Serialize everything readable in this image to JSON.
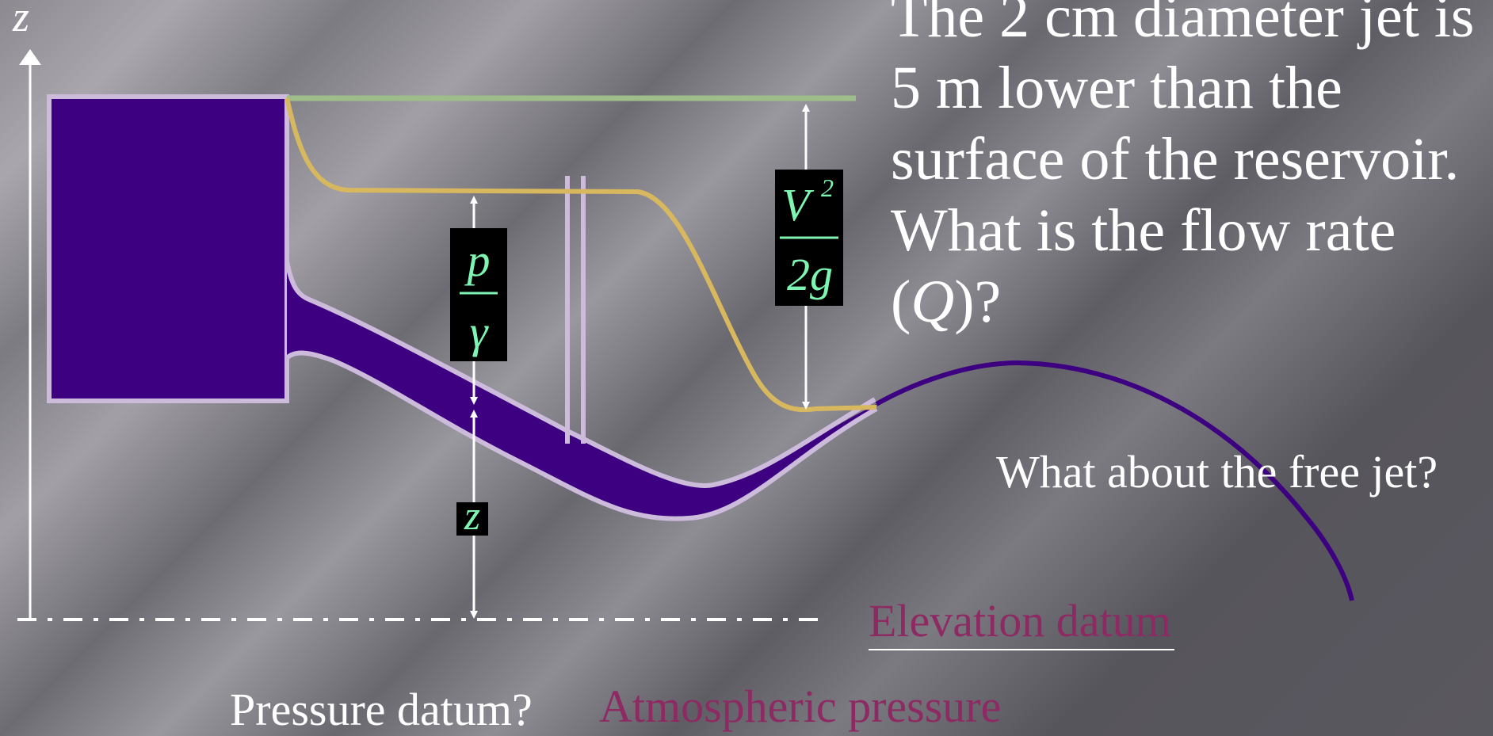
{
  "diagram": {
    "axis_label": "z",
    "question_lines": [
      {
        "pre": "The 2 cm diameter jet is",
        "italic": "",
        "post": ""
      },
      {
        "pre": "5 m lower than the",
        "italic": "",
        "post": ""
      },
      {
        "pre": "surface of the reservoir.",
        "italic": "",
        "post": ""
      },
      {
        "pre": "What is the flow rate",
        "italic": "",
        "post": ""
      },
      {
        "pre": "(",
        "italic": "Q",
        "post": ")?"
      }
    ],
    "free_jet_question": "What about the free jet?",
    "elevation_datum_label": "Elevation datum",
    "pressure_datum_question": "Pressure datum?",
    "pressure_datum_answer": "Atmospheric pressure",
    "labels": {
      "pressure_head_num": "p",
      "pressure_head_den": "γ",
      "velocity_head_num": "V",
      "velocity_head_exp": "2",
      "velocity_head_den": "2g",
      "elevation_head": "z"
    },
    "colors": {
      "water": "#3c0080",
      "pipe_outline": "#cdbbdc",
      "energy_grade_line": "#9dbd8a",
      "hydraulic_grade_line": "#d8b85e",
      "label_text": "#7ef5b3",
      "datum_text": "#8e2a63"
    }
  }
}
